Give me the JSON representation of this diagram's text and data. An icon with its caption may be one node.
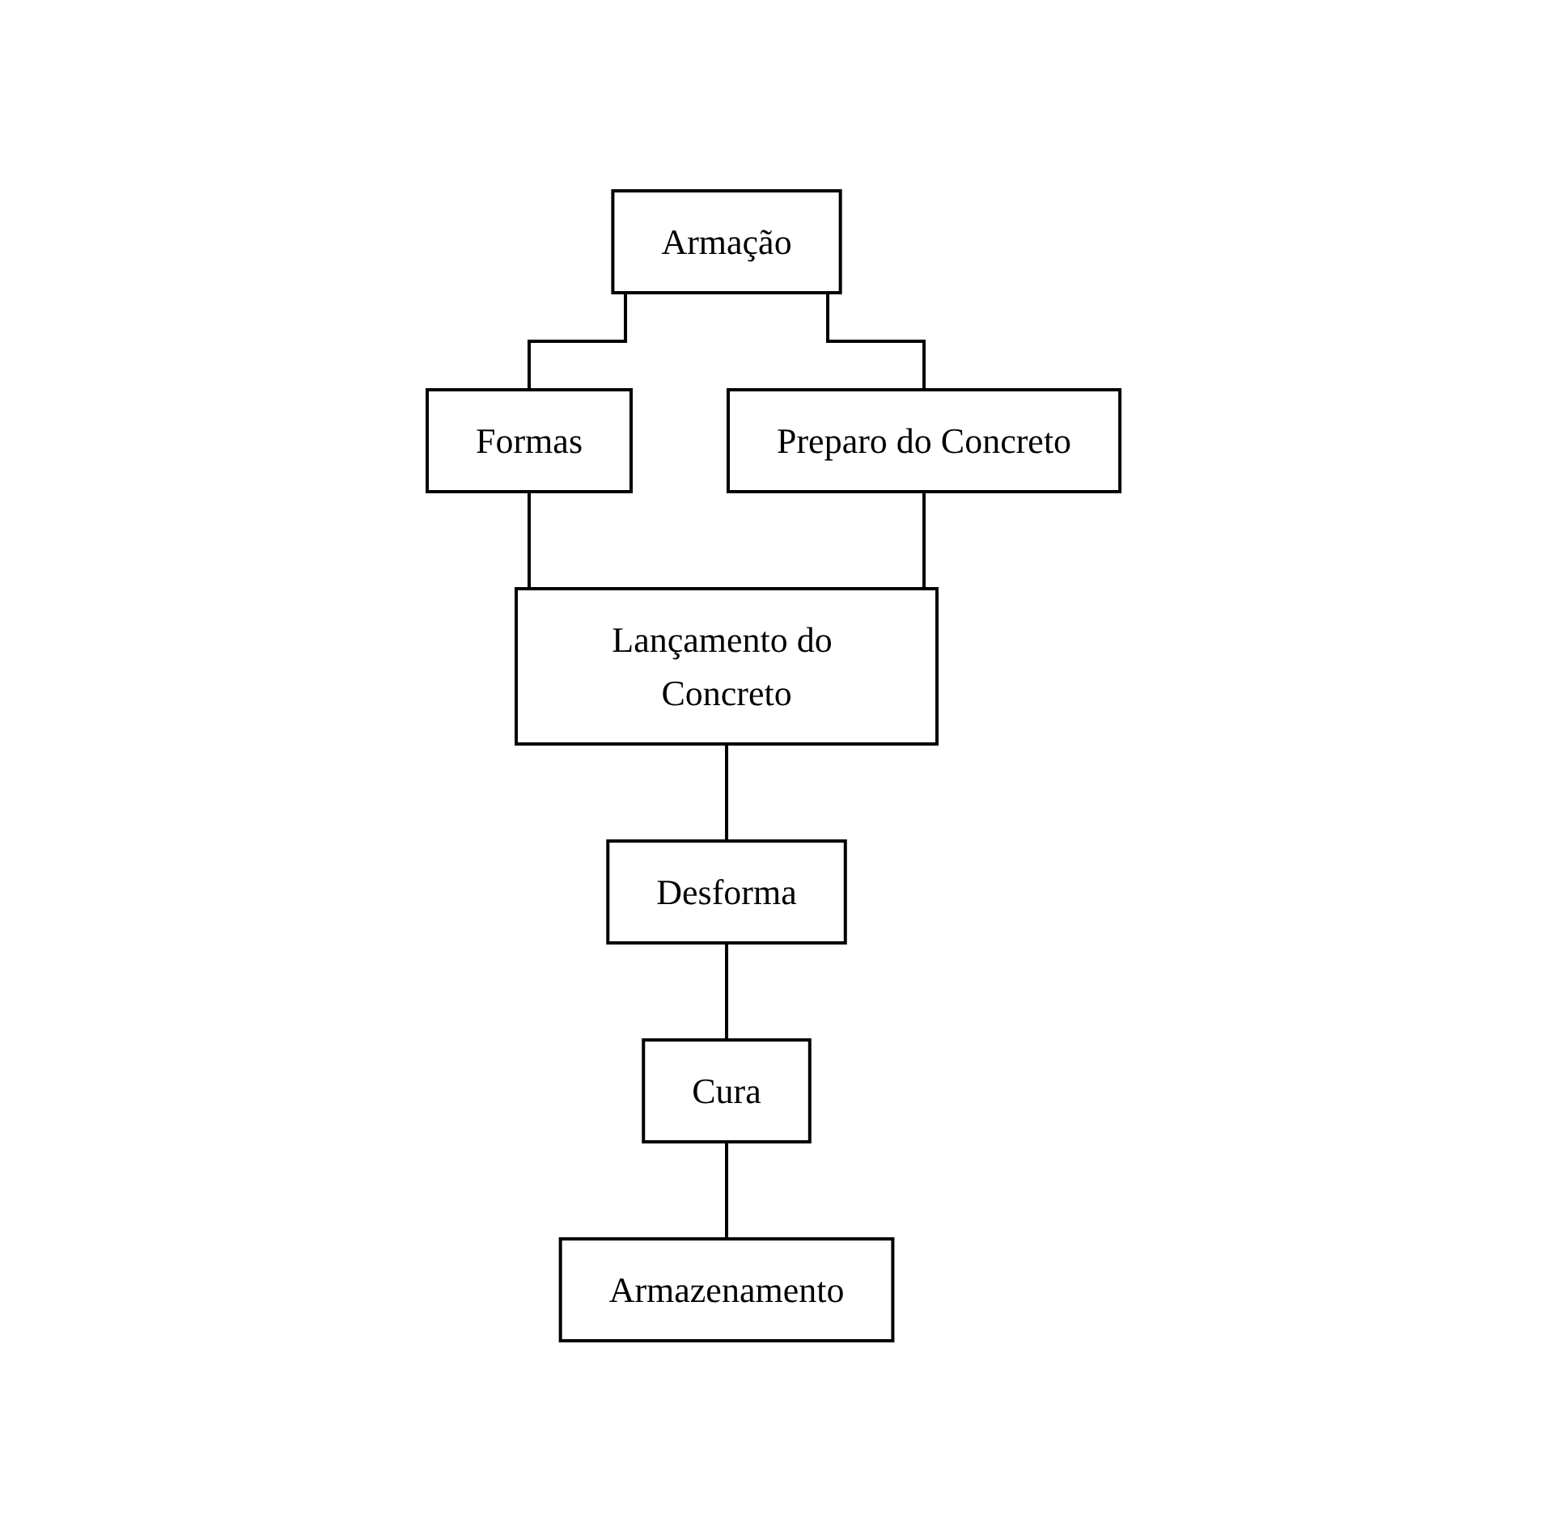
{
  "diagram": {
    "nodes": [
      {
        "text": [
          "Armação"
        ]
      },
      {
        "text": [
          "Formas"
        ]
      },
      {
        "text": [
          "Preparo do Concreto"
        ]
      },
      {
        "text": [
          "Lançamento do Concreto"
        ]
      },
      {
        "text": [
          "Desforma"
        ]
      },
      {
        "text": [
          "Cura"
        ]
      },
      {
        "text": [
          "Armazenamento"
        ]
      }
    ],
    "edges": [
      {
        "from": 0,
        "to": 1,
        "arrow": "none"
      },
      {
        "from": 0,
        "to": 2,
        "arrow": "none"
      },
      {
        "from": 1,
        "to": 3,
        "arrow": "none"
      },
      {
        "from": 2,
        "to": 3,
        "arrow": "none"
      },
      {
        "from": 3,
        "to": 4,
        "arrow": "none"
      },
      {
        "from": 4,
        "to": 5,
        "arrow": "none"
      },
      {
        "from": 5,
        "to": 6,
        "arrow": "none"
      }
    ]
  }
}
